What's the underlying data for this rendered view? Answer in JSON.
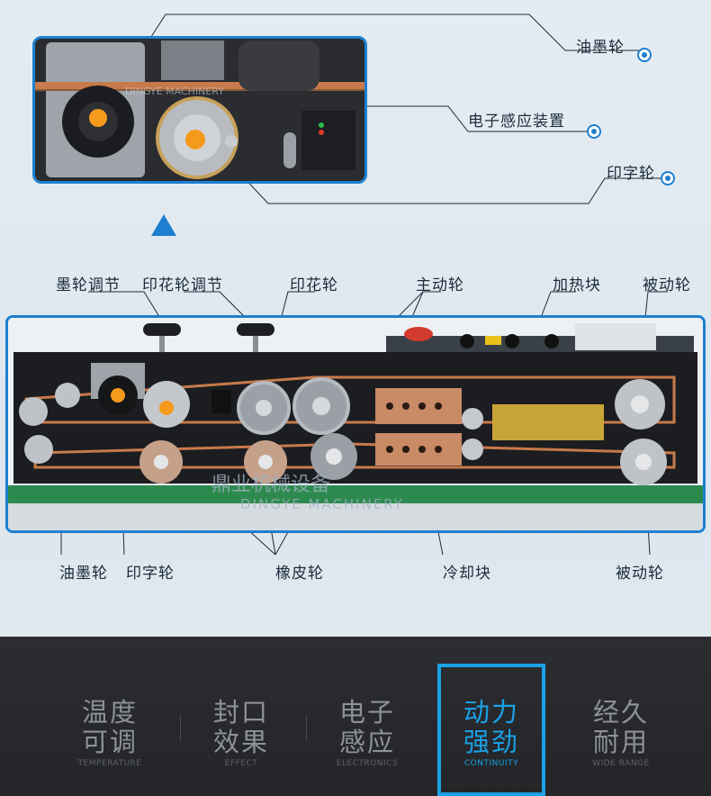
{
  "callouts_top": [
    {
      "label": "油墨轮"
    },
    {
      "label": "电子感应装置"
    },
    {
      "label": "印字轮"
    }
  ],
  "labels_top_row": [
    {
      "label": "墨轮调节"
    },
    {
      "label": "印花轮调节"
    },
    {
      "label": "印花轮"
    },
    {
      "label": "主动轮"
    },
    {
      "label": "加热块"
    },
    {
      "label": "被动轮"
    }
  ],
  "labels_bottom_row": [
    {
      "label": "油墨轮"
    },
    {
      "label": "印字轮"
    },
    {
      "label": "橡皮轮"
    },
    {
      "label": "冷却块"
    },
    {
      "label": "被动轮"
    }
  ],
  "watermark": {
    "zh": "鼎业机械设备",
    "en": "DINGYE MACHINERY"
  },
  "features": [
    {
      "line1": "温度",
      "line2": "可调",
      "en": "TEMPERATURE",
      "active": false
    },
    {
      "line1": "封口",
      "line2": "效果",
      "en": "EFFECT",
      "active": false
    },
    {
      "line1": "电子",
      "line2": "感应",
      "en": "ELECTRONICS",
      "active": false
    },
    {
      "line1": "动力",
      "line2": "强劲",
      "en": "CONTINUITY",
      "active": true
    },
    {
      "line1": "经久",
      "line2": "耐用",
      "en": "WIDE RANGE",
      "active": false
    }
  ],
  "colors": {
    "accent": "#1e7fd0",
    "feature_active": "#1aa1e6",
    "belt": "#c87a4a",
    "heater": "#c9a437",
    "cooling": "#c98a66"
  }
}
